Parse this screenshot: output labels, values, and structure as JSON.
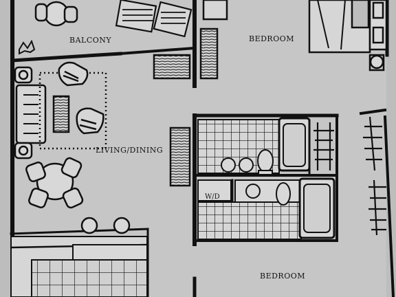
{
  "labels": {
    "balcony": "BALCONY",
    "bedroom_top": "BEDROOM",
    "living_dining": "LIVING/DINING",
    "washer_dryer": "W/D",
    "bedroom_bottom": "BEDROOM"
  },
  "colors": {
    "paper": "#bdbdbd",
    "ink": "#111111",
    "light_fill": "#d8d8d8"
  }
}
